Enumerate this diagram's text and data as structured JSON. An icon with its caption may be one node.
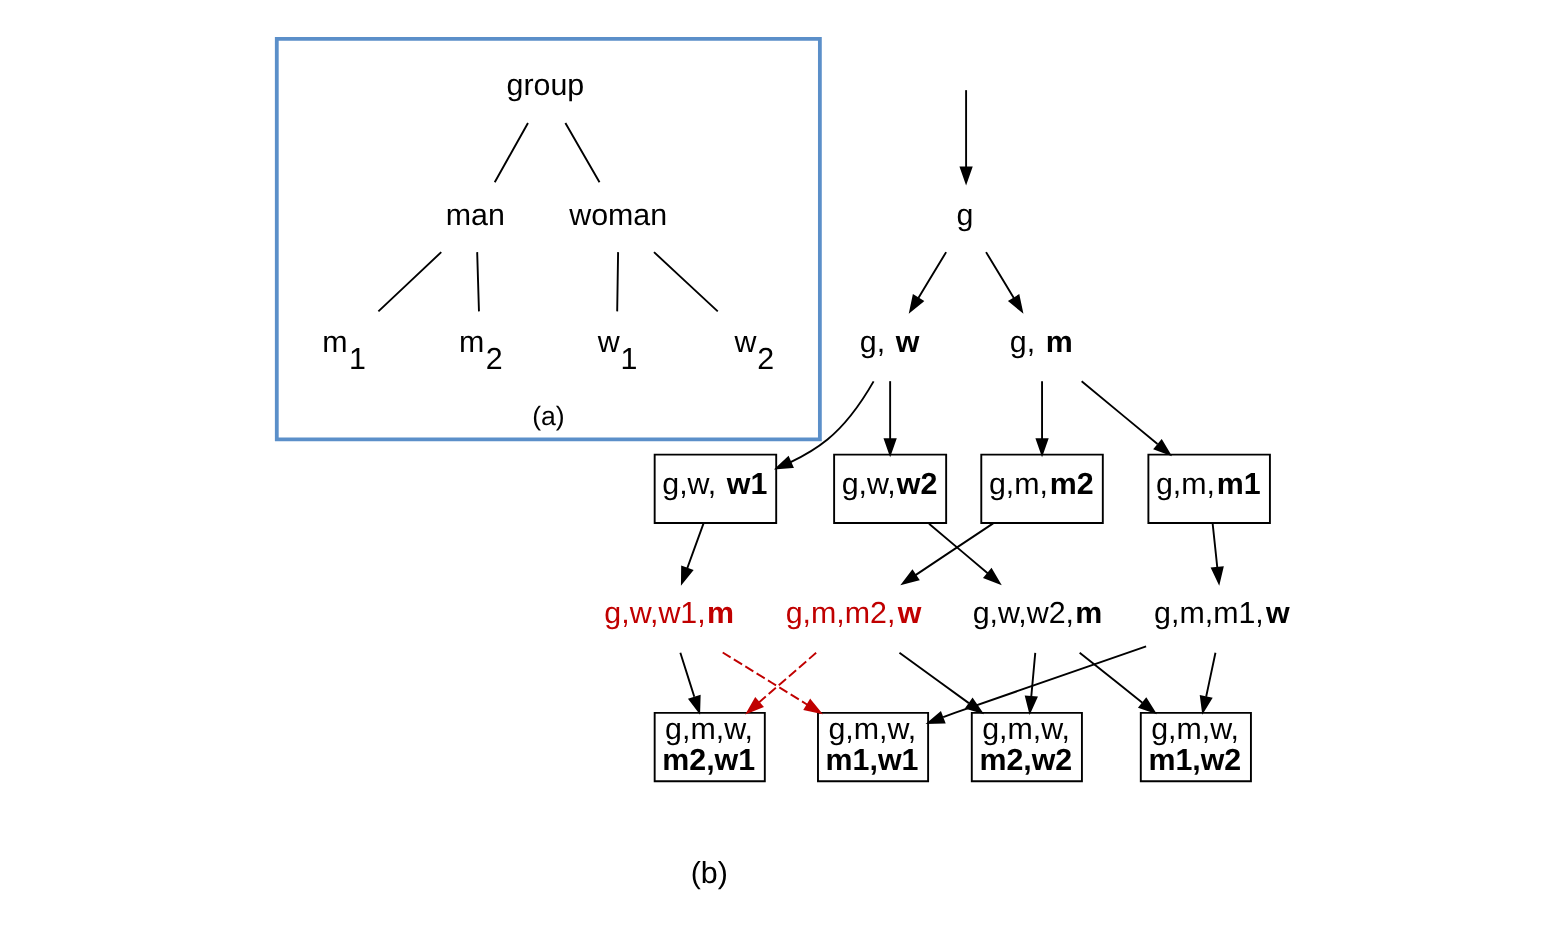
{
  "diagram": {
    "nodes": [
      {
        "text": [
          "(a)"
        ]
      },
      {
        "text": [
          "group"
        ],
        "in": 0
      },
      {
        "text": [
          "man"
        ],
        "in": 0
      },
      {
        "text": [
          "woman"
        ],
        "in": 0
      },
      {
        "text": [
          "m$_{1}$"
        ],
        "in": 0
      },
      {
        "text": [
          "m$_{2}$"
        ],
        "in": 0
      },
      {
        "text": [
          "w$_{1}$"
        ],
        "in": 0
      },
      {
        "text": [
          "w$_{2}$"
        ],
        "in": 0
      },
      {
        "text": [
          "g"
        ]
      },
      {
        "text": [
          "g, **m**"
        ]
      },
      {
        "text": [
          "g, **w**"
        ]
      },
      {
        "text": [
          "g,m,**m1**"
        ]
      },
      {
        "text": [
          "g,m,**m2**"
        ]
      },
      {
        "text": [
          "g,w, **w1**"
        ]
      },
      {
        "text": [
          "g,w,**w2**"
        ]
      },
      {
        "text": [
          "g,m,m1,**w**"
        ]
      },
      {
        "text": [
          "g,m,m2,**w**"
        ]
      },
      {
        "text": [
          "g,w,w1,**m**"
        ]
      },
      {
        "text": [
          "g,w,w2,**m**"
        ]
      },
      {
        "text": [
          "g,m,w,",
          "m1,w1"
        ]
      },
      {
        "text": [
          "g,m,w,",
          "m1,w2"
        ]
      },
      {
        "text": [
          "g,m,w,",
          "m2,w1"
        ]
      },
      {
        "text": [
          "g,m,w,",
          "m2,w2"
        ]
      }
    ],
    "edges": [
      {
        "from": 1,
        "to": 2,
        "arrow": "none"
      },
      {
        "from": 1,
        "to": 3,
        "arrow": "none"
      },
      {
        "from": 2,
        "to": 4,
        "arrow": "none"
      },
      {
        "from": 2,
        "to": 5,
        "arrow": "none"
      },
      {
        "from": 3,
        "to": 6,
        "arrow": "none"
      },
      {
        "from": 3,
        "to": 7,
        "arrow": "none"
      },
      {
        "from": null,
        "to": 8,
        "arrow": "to"
      },
      {
        "from": 8,
        "to": 9,
        "arrow": "to"
      },
      {
        "from": 8,
        "to": 10,
        "arrow": "to"
      },
      {
        "from": 9,
        "to": 11,
        "arrow": "to"
      },
      {
        "from": 9,
        "to": 12,
        "arrow": "to"
      },
      {
        "from": 10,
        "to": 13,
        "arrow": "to"
      },
      {
        "from": 10,
        "to": 14,
        "arrow": "to"
      },
      {
        "from": 11,
        "to": 15,
        "arrow": "to"
      },
      {
        "from": 12,
        "to": 16,
        "arrow": "to"
      },
      {
        "from": 13,
        "to": 17,
        "arrow": "to"
      },
      {
        "from": 14,
        "to": 18,
        "arrow": "to"
      },
      {
        "from": 15,
        "to": 19,
        "arrow": "to"
      },
      {
        "from": 15,
        "to": 20,
        "arrow": "to"
      },
      {
        "from": 16,
        "to": 22,
        "arrow": "to"
      },
      {
        "from": 16,
        "to": 21,
        "arrow": "to",
        "style": "dashed",
        "color": "#c00000"
      },
      {
        "from": 17,
        "to": 21,
        "arrow": "to"
      },
      {
        "from": 17,
        "to": 19,
        "arrow": "to",
        "style": "dashed",
        "color": "#c00000"
      },
      {
        "from": 18,
        "to": 20,
        "arrow": "to"
      },
      {
        "from": 18,
        "to": 22,
        "arrow": "to"
      }
    ],
    "labels": [
      "(b)"
    ]
  }
}
